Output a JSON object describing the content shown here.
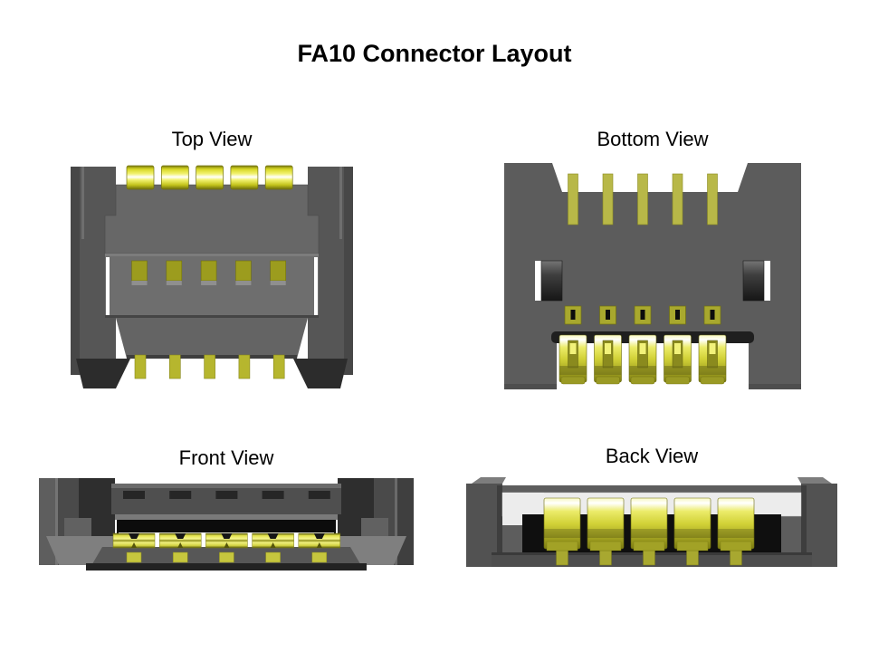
{
  "title": "FA10 Connector Layout",
  "views": {
    "top": {
      "label": "Top View"
    },
    "bottom": {
      "label": "Bottom View"
    },
    "front": {
      "label": "Front View"
    },
    "back": {
      "label": "Back View"
    }
  },
  "connector": {
    "name": "FA10",
    "pin_count": 5
  },
  "colors": {
    "background": "#ffffff",
    "text": "#000000",
    "body_gray": "#5d5d5d",
    "dark_gray": "#2e2e2e",
    "black": "#0c0c0c",
    "gold": "#d6d632",
    "gold_dark": "#8a8a1a",
    "white_band": "#ececec"
  }
}
